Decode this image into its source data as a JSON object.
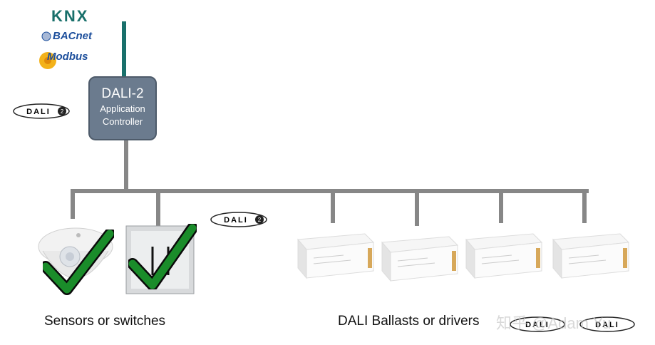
{
  "protocol_logos": {
    "knx": "KNX",
    "bacnet": "BACnet",
    "modbus": "Modbus"
  },
  "controller": {
    "title": "DALI-2",
    "subtitle_line1": "Application",
    "subtitle_line2": "Controller"
  },
  "dali_badge_text": "DALI",
  "dali_badge_version": "2",
  "labels": {
    "sensors": "Sensors or switches",
    "ballasts": "DALI Ballasts or drivers"
  },
  "watermark": "知乎 @Adam Yu",
  "colors": {
    "bus_gray": "#878787",
    "teal": "#19706b",
    "controller_fill": "#6b7b8e",
    "check_green": "#1a8c2a"
  }
}
